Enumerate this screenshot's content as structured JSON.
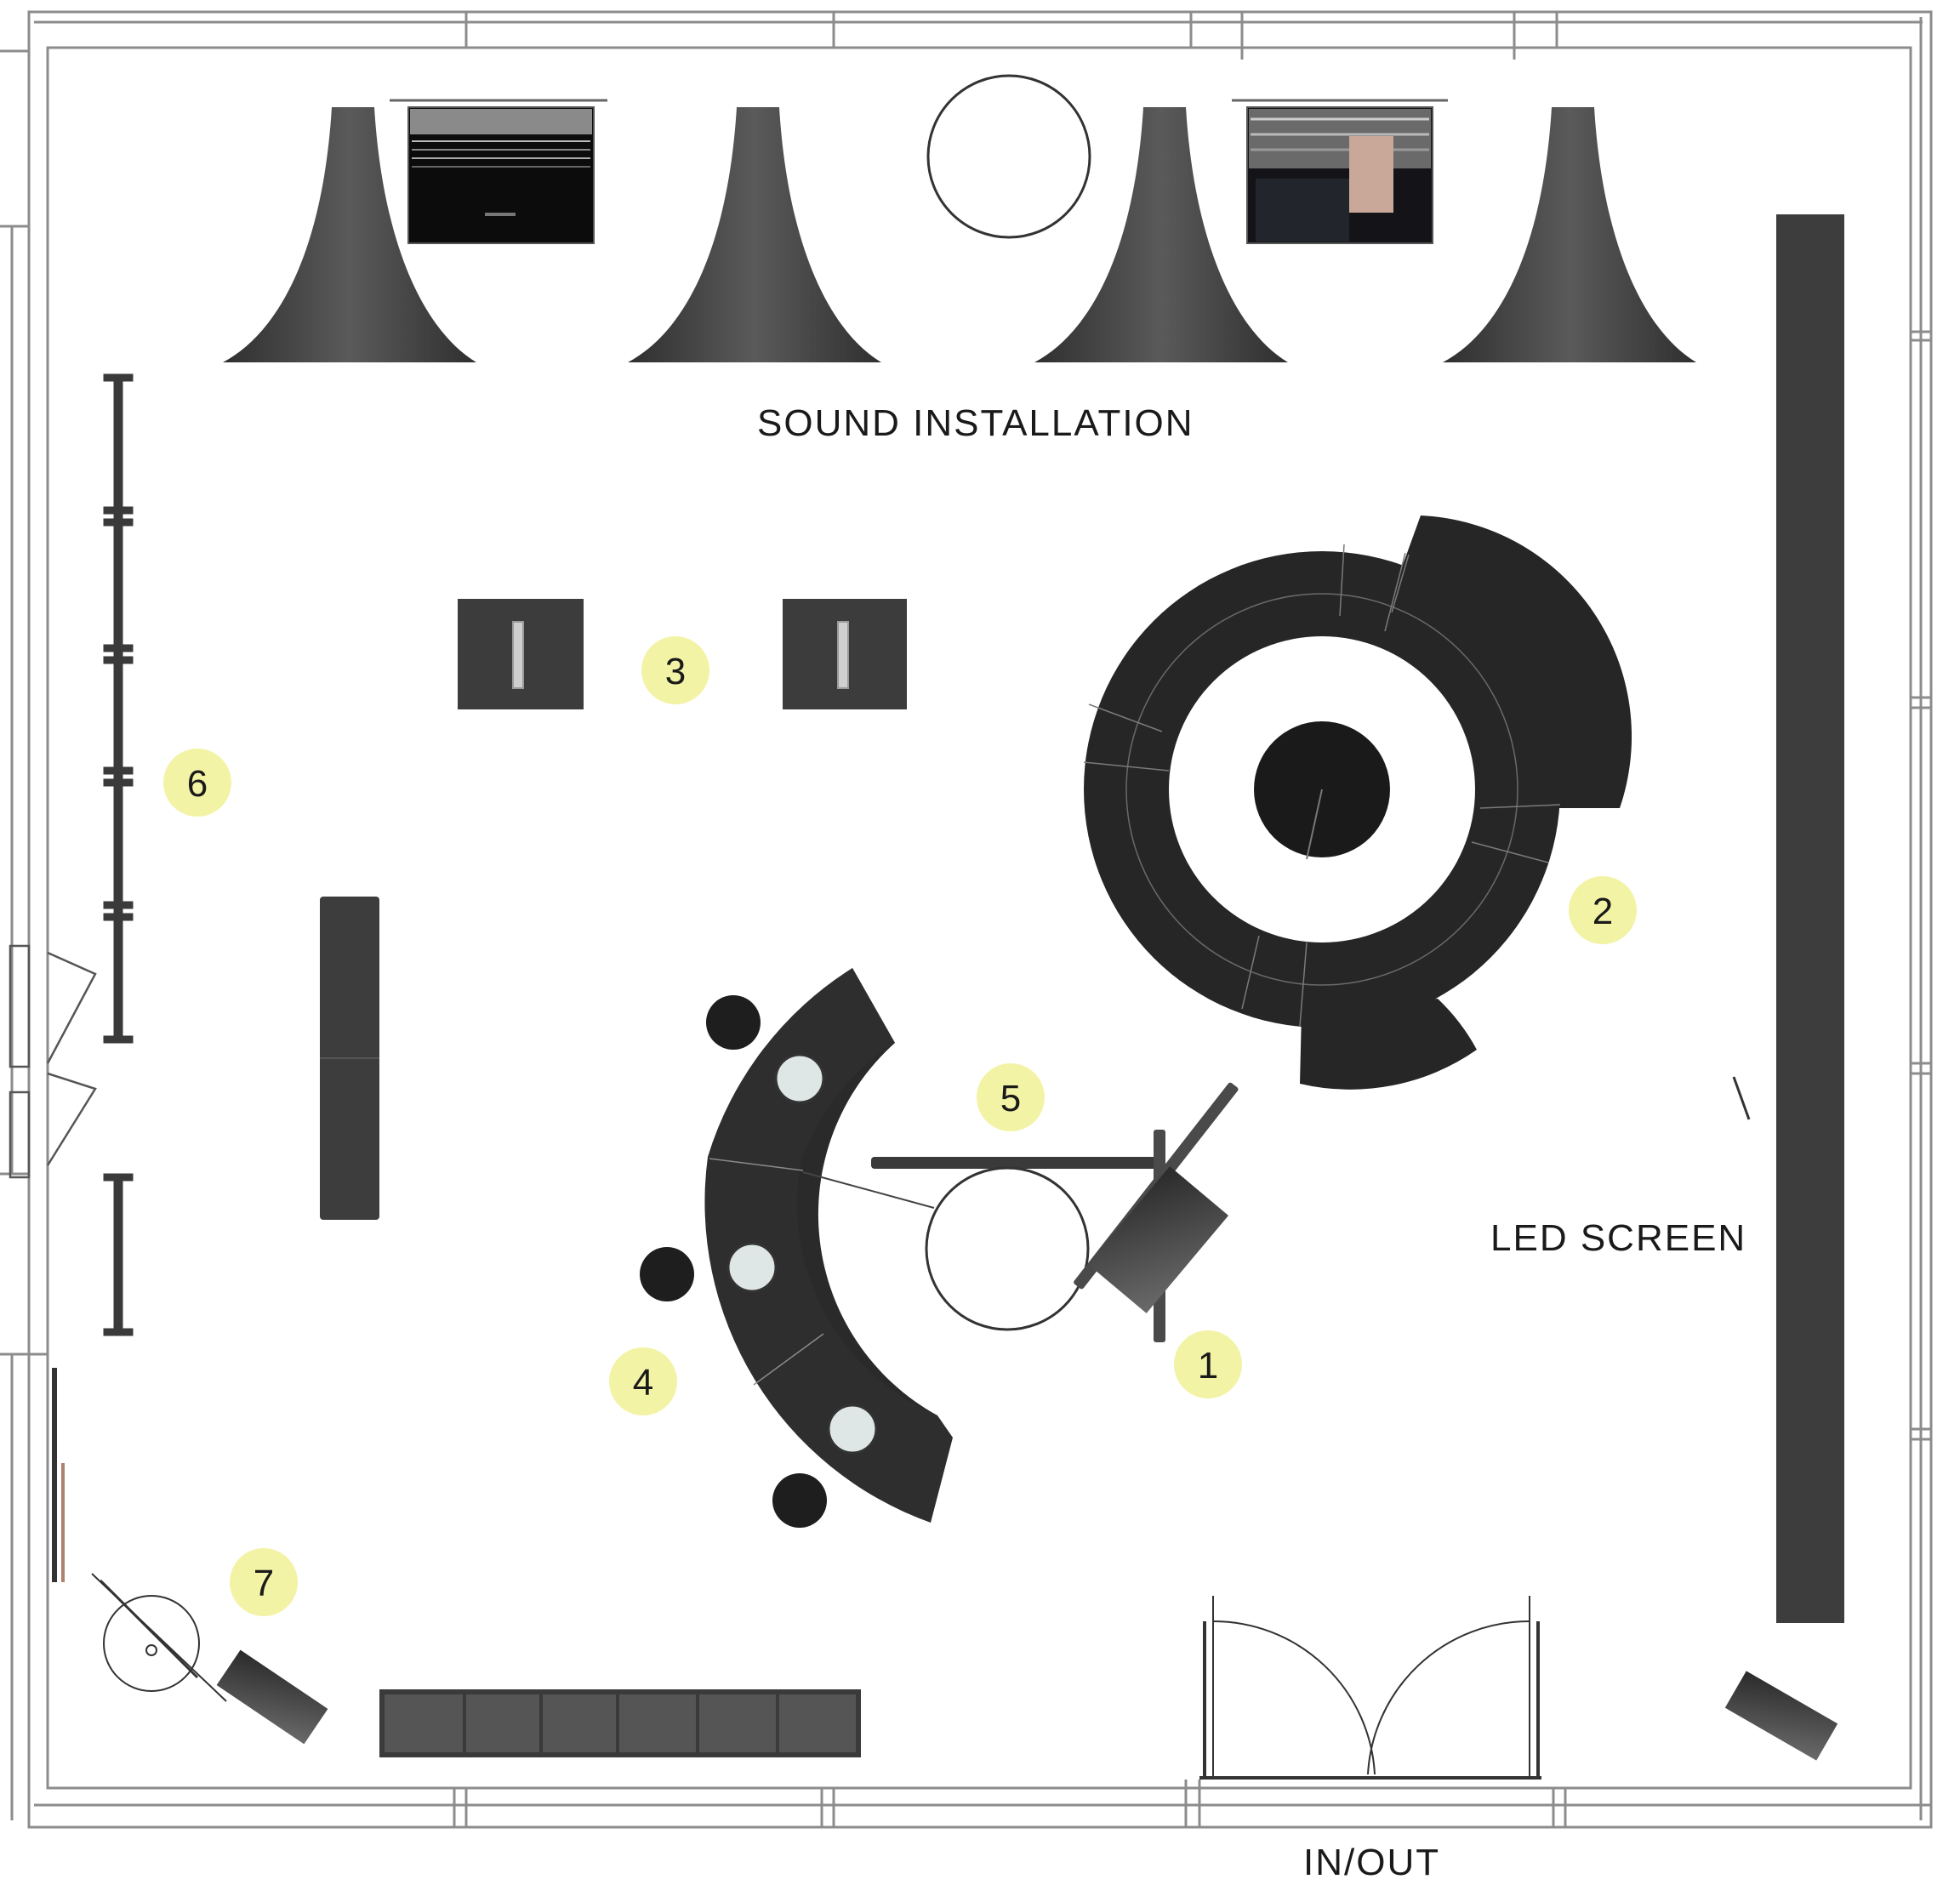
{
  "labels": {
    "sound_installation": "SOUND INSTALLATION",
    "led_screen": "LED SCREEN",
    "entrance": "IN/OUT"
  },
  "markers": [
    "1",
    "2",
    "3",
    "4",
    "5",
    "6",
    "7"
  ],
  "colors": {
    "wall": "#8c8c8c",
    "furniture": "#3a3a3a",
    "dark": "#202020",
    "marker_fill": "#f3f3a6",
    "seat_cushion": "#dfe6e6"
  }
}
